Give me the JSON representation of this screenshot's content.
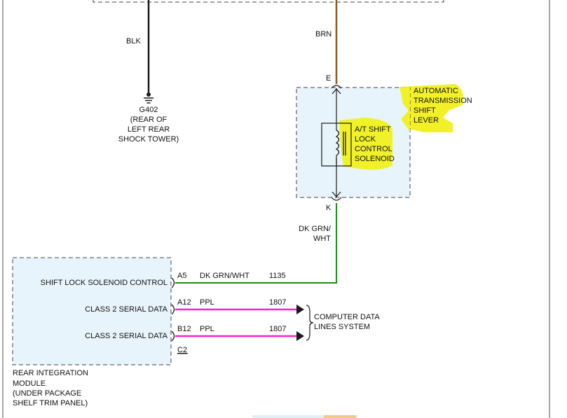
{
  "colors": {
    "box_fill": "#e8f4fb",
    "wire_black": "#1a1a1a",
    "wire_brown": "#8a5a1c",
    "wire_green": "#1d8a1d",
    "wire_pink": "#ff1fd0",
    "highlight": "#f1f017",
    "frame": "#8a8a8a"
  },
  "ground": {
    "wire_color": "BLK",
    "id": "G402",
    "location": [
      "(REAR OF",
      "LEFT REAR",
      "SHOCK TOWER)"
    ]
  },
  "shift_lever": {
    "wire_color_top": "BRN",
    "pin_top": "E",
    "pin_bottom": "K",
    "name": [
      "AUTOMATIC",
      "TRANSMISSION",
      "SHIFT",
      "LEVER"
    ],
    "solenoid": [
      "A/T SHIFT",
      "LOCK",
      "CONTROL",
      "SOLENOID"
    ],
    "wire_color_bottom": [
      "DK GRN/",
      "WHT"
    ]
  },
  "rim": {
    "circuits": [
      {
        "label": "SHIFT LOCK SOLENOID CONTROL",
        "pin": "A5",
        "wire": "DK GRN/WHT",
        "circuit": "1135"
      },
      {
        "label": "CLASS 2 SERIAL DATA",
        "pin": "A12",
        "wire": "PPL",
        "circuit": "1807"
      },
      {
        "label": "CLASS 2 SERIAL DATA",
        "pin": "B12",
        "wire": "PPL",
        "circuit": "1807"
      }
    ],
    "connector": "C2",
    "name": [
      "REAR INTEGRATION",
      "MODULE",
      "(UNDER PACKAGE",
      "SHELF TRIM PANEL)"
    ]
  },
  "data_lines": [
    "COMPUTER DATA",
    "LINES SYSTEM"
  ]
}
